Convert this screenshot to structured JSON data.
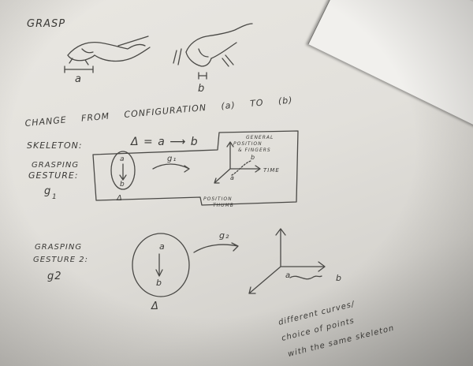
{
  "title": "GRASP",
  "grasp_labels": {
    "a": "a",
    "b": "b"
  },
  "change_line": "CHANGE FROM CONFIGURATION (a) TO (b)",
  "skeleton": {
    "label": "SKELETON:",
    "equation": "Δ = a ⟶ b"
  },
  "gesture1": {
    "label_line1": "GRASPING",
    "label_line2": "GESTURE:",
    "label_line3": "g",
    "label_sub": "1",
    "node_a": "a",
    "node_b": "b",
    "delta": "Δ",
    "arrow_label": "g₁",
    "axis_a": "a",
    "axis_b": "b",
    "axis_time": "TIME",
    "top_note_line1": "GENERAL",
    "top_note_line2": "POSITION",
    "top_note_line3": "& FINGERS",
    "bottom_note_line1": "POSITION",
    "bottom_note_line2": "THUMB"
  },
  "gesture2": {
    "label_line1": "GRASPING",
    "label_line2": "GESTURE 2:",
    "label_line3": "g2",
    "node_a": "a",
    "node_b": "b",
    "delta": "Δ",
    "arrow_label": "g₂",
    "axis_a": "a",
    "axis_b": "b"
  },
  "footnote": {
    "line1": "different curves/",
    "line2": "choice of points",
    "line3": "with the same skeleton"
  },
  "colors": {
    "paper": "#e6e4df",
    "ink": "#3b3a37",
    "background": "#8b8a86"
  }
}
